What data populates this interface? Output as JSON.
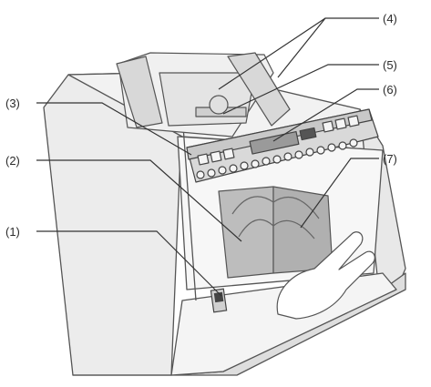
{
  "diagram": {
    "callouts": [
      {
        "id": "1",
        "label": "(1)"
      },
      {
        "id": "2",
        "label": "(2)"
      },
      {
        "id": "3",
        "label": "(3)"
      },
      {
        "id": "4",
        "label": "(4)"
      },
      {
        "id": "5",
        "label": "(5)"
      },
      {
        "id": "6",
        "label": "(6)"
      },
      {
        "id": "7",
        "label": "(7)"
      }
    ]
  }
}
